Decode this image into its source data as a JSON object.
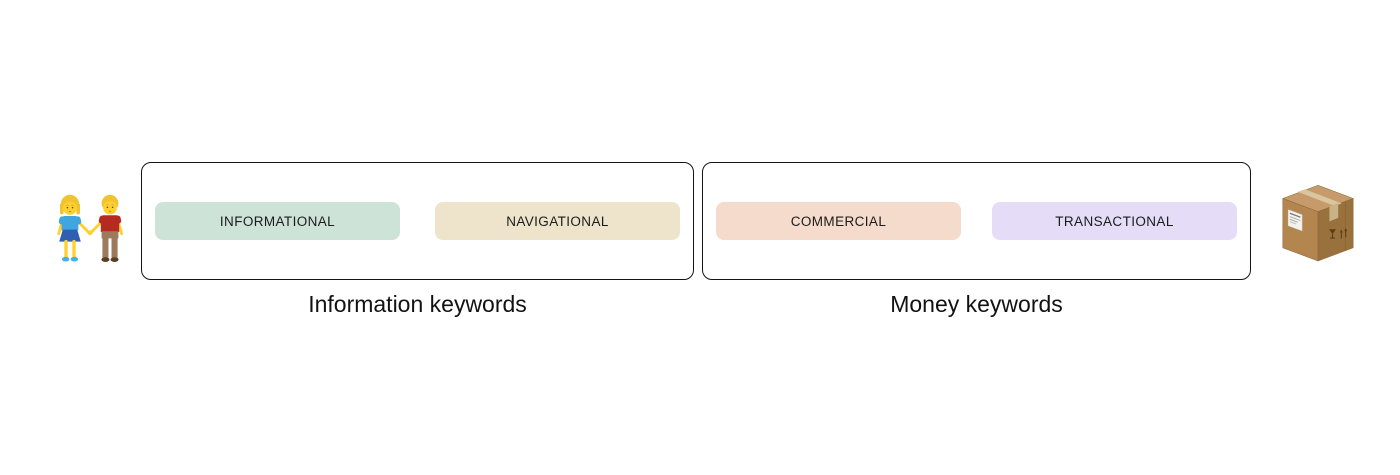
{
  "icons": {
    "left": "couple-holding-hands-emoji",
    "right": "package-emoji"
  },
  "groups": [
    {
      "caption": "Information keywords",
      "pills": [
        {
          "label": "INFORMATIONAL",
          "bg": "#cee3d7"
        },
        {
          "label": "NAVIGATIONAL",
          "bg": "#ede4cb"
        }
      ]
    },
    {
      "caption": "Money keywords",
      "pills": [
        {
          "label": "COMMERCIAL",
          "bg": "#f5dbcc"
        },
        {
          "label": "TRANSACTIONAL",
          "bg": "#e5dcf7"
        }
      ]
    }
  ]
}
